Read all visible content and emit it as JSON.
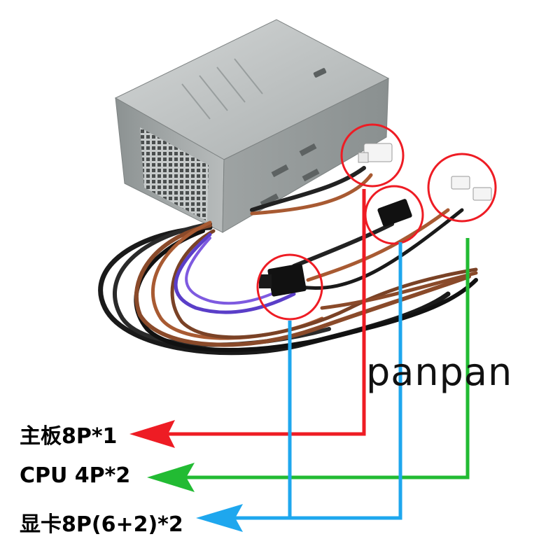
{
  "watermark": "panpan",
  "legend": [
    {
      "id": "mb",
      "text": "主板8P*1",
      "color": "#ee1c24"
    },
    {
      "id": "cpu",
      "text": "CPU 4P*2",
      "color": "#22bb33"
    },
    {
      "id": "gpu",
      "text": "显卡8P(6+2)*2",
      "color": "#1ea7ee"
    }
  ]
}
